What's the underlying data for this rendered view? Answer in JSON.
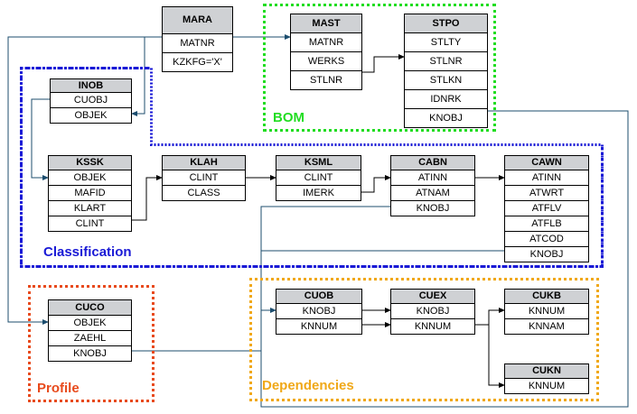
{
  "groups": {
    "bom": {
      "label": "BOM",
      "color": "#22dd22"
    },
    "classification": {
      "label": "Classification",
      "color": "#1a1ad6"
    },
    "profile": {
      "label": "Profile",
      "color": "#e84a1c"
    },
    "dependencies": {
      "label": "Dependencies",
      "color": "#f0a818"
    }
  },
  "tables": {
    "mara": {
      "name": "MARA",
      "fields": [
        "MATNR",
        "KZKFG='X'"
      ]
    },
    "mast": {
      "name": "MAST",
      "fields": [
        "MATNR",
        "WERKS",
        "STLNR"
      ]
    },
    "stpo": {
      "name": "STPO",
      "fields": [
        "STLTY",
        "STLNR",
        "STLKN",
        "IDNRK",
        "KNOBJ"
      ]
    },
    "inob": {
      "name": "INOB",
      "fields": [
        "CUOBJ",
        "OBJEK"
      ]
    },
    "kssk": {
      "name": "KSSK",
      "fields": [
        "OBJEK",
        "MAFID",
        "KLART",
        "CLINT"
      ]
    },
    "klah": {
      "name": "KLAH",
      "fields": [
        "CLINT",
        "CLASS"
      ]
    },
    "ksml": {
      "name": "KSML",
      "fields": [
        "CLINT",
        "IMERK"
      ]
    },
    "cabn": {
      "name": "CABN",
      "fields": [
        "ATINN",
        "ATNAM",
        "KNOBJ"
      ]
    },
    "cawn": {
      "name": "CAWN",
      "fields": [
        "ATINN",
        "ATWRT",
        "ATFLV",
        "ATFLB",
        "ATCOD",
        "KNOBJ"
      ]
    },
    "cuco": {
      "name": "CUCO",
      "fields": [
        "OBJEK",
        "ZAEHL",
        "KNOBJ"
      ]
    },
    "cuob": {
      "name": "CUOB",
      "fields": [
        "KNOBJ",
        "KNNUM"
      ]
    },
    "cuex": {
      "name": "CUEX",
      "fields": [
        "KNOBJ",
        "KNNUM"
      ]
    },
    "cukb": {
      "name": "CUKB",
      "fields": [
        "KNNUM",
        "KNNAM"
      ]
    },
    "cukn": {
      "name": "CUKN",
      "fields": [
        "KNNUM"
      ]
    }
  }
}
